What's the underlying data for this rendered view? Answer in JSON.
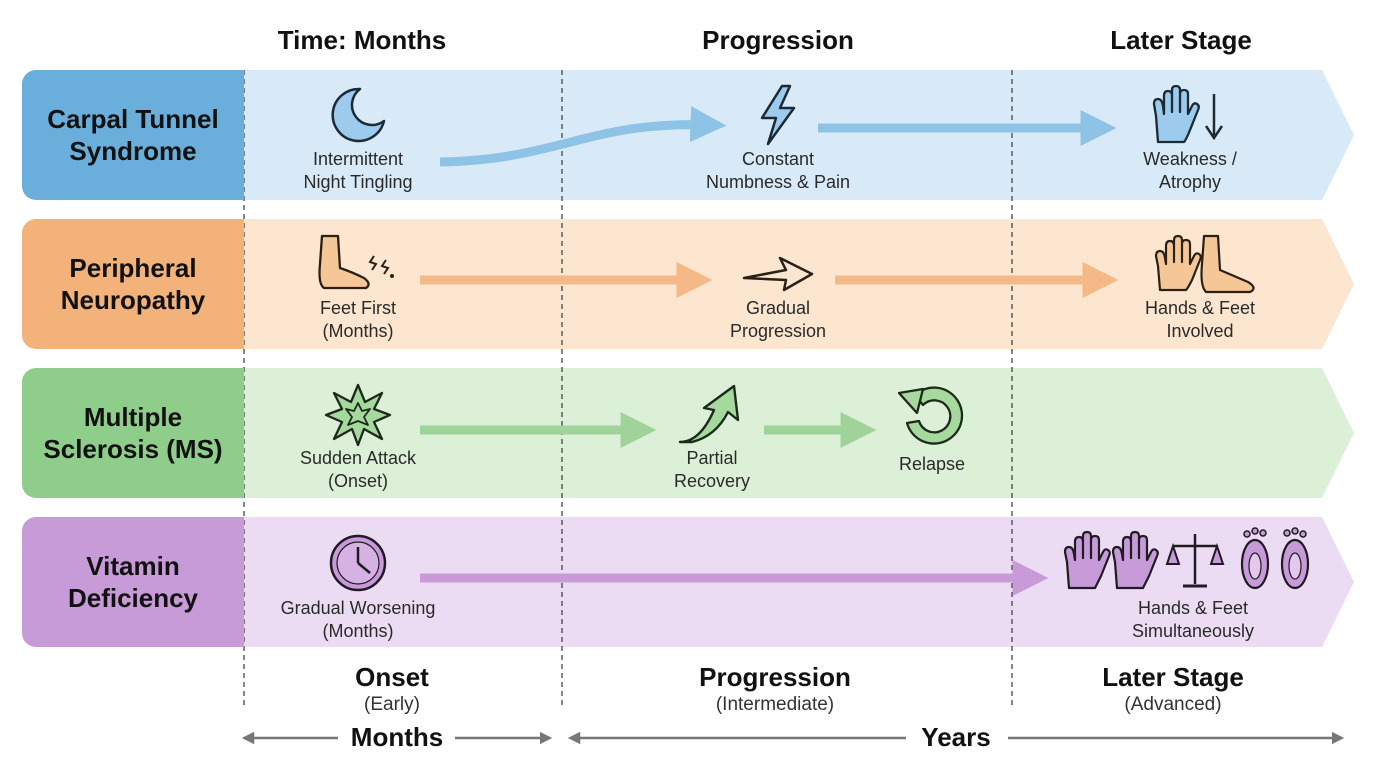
{
  "headers": {
    "col1": "Time: Months",
    "col2": "Progression",
    "col3": "Later Stage"
  },
  "colors": {
    "blue_dark": "#6aaedb",
    "blue_light": "#d8eaf7",
    "blue_arrow": "#8fc3e6",
    "orange_dark": "#f3b27a",
    "orange_light": "#fce6d0",
    "orange_arrow": "#f4b987",
    "green_dark": "#8fce8a",
    "green_light": "#dcf0d8",
    "green_arrow": "#9fd39a",
    "purple_dark": "#c79ad8",
    "purple_light": "#ecdcf3",
    "purple_arrow": "#c89ad8"
  },
  "rows": [
    {
      "label_line1": "Carpal Tunnel",
      "label_line2": "Syndrome",
      "stage1_line1": "Intermittent",
      "stage1_line2": "Night Tingling",
      "stage2_line1": "Constant",
      "stage2_line2": "Numbness & Pain",
      "stage3_line1": "Weakness /",
      "stage3_line2": "Atrophy",
      "icons": [
        "moon-icon",
        "lightning-icon",
        "hand-down-arrow-icon"
      ]
    },
    {
      "label_line1": "Peripheral",
      "label_line2": "Neuropathy",
      "stage1_line1": "Feet First",
      "stage1_line2": "(Months)",
      "stage2_line1": "Gradual",
      "stage2_line2": "Progression",
      "stage3_line1": "Hands & Feet",
      "stage3_line2": "Involved",
      "icons": [
        "foot-tingling-icon",
        "arrow-right-icon",
        "hand-and-foot-icon"
      ]
    },
    {
      "label_line1": "Multiple",
      "label_line2": "Sclerosis (MS)",
      "stage1_line1": "Sudden Attack",
      "stage1_line2": "(Onset)",
      "stage2_line1": "Partial",
      "stage2_line2": "Recovery",
      "stage3_line1": "Relapse",
      "icons": [
        "burst-icon",
        "curved-up-arrow-icon",
        "relapse-cycle-icon"
      ]
    },
    {
      "label_line1": "Vitamin",
      "label_line2": "Deficiency",
      "stage1_line1": "Gradual Worsening",
      "stage1_line2": "(Months)",
      "stage3_line1": "Hands & Feet",
      "stage3_line2": "Simultaneously",
      "icons": [
        "clock-icon",
        "hands-scale-feet-icon"
      ]
    }
  ],
  "bottom": {
    "onset_title": "Onset",
    "onset_sub": "(Early)",
    "progression_title": "Progression",
    "progression_sub": "(Intermediate)",
    "later_title": "Later Stage",
    "later_sub": "(Advanced)",
    "months": "Months",
    "years": "Years"
  }
}
